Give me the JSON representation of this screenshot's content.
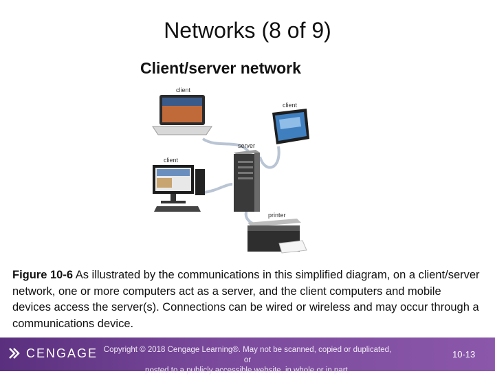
{
  "slide": {
    "title": "Networks (8 of 9)",
    "subtitle": "Client/server network"
  },
  "diagram": {
    "labels": {
      "client_laptop": "client",
      "client_tablet": "client",
      "server": "server",
      "client_desktop": "client",
      "printer": "printer"
    }
  },
  "caption": {
    "figure_label": "Figure 10-6",
    "text": " As illustrated by the communications in this simplified diagram, on a client/server network, one or more computers act as a server, and the client computers and mobile devices access the server(s). Connections can be wired or wireless and may occur through a communications device."
  },
  "footer": {
    "logo_text": "CENGAGE",
    "copyright_line1": "Copyright © 2018 Cengage Learning®. May not be scanned, copied or duplicated, or",
    "copyright_line2": "posted to a publicly accessible website, in whole or in part.",
    "page_number": "10-13",
    "bar_color": "#6b3d8e"
  }
}
